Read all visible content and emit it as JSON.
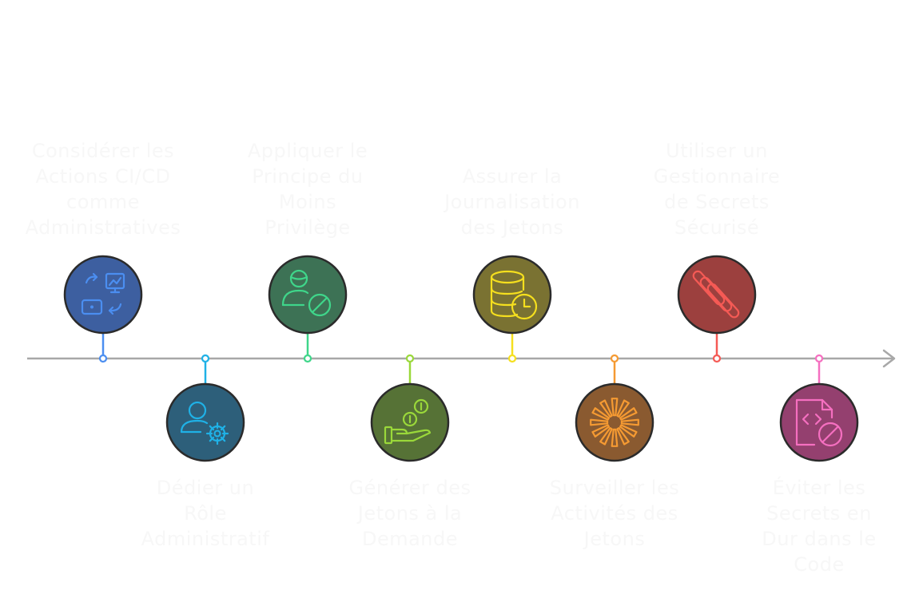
{
  "timeline": {
    "axis_color": "#a8a8a8",
    "circle_stroke": "#2b2b2b",
    "milestones": [
      {
        "label": "Considérer les\nActions CI/CD\ncomme\nAdministratives",
        "icon": "ci-cd-workflow-icon",
        "position": "above",
        "fill": "#3d5fa0",
        "accent": "#4b8ef0"
      },
      {
        "label": "Dédier un\nRôle\nAdministratif",
        "icon": "user-gear-icon",
        "position": "below",
        "fill": "#2d5f7a",
        "accent": "#1fb1e6"
      },
      {
        "label": "Appliquer le\nPrincipe du\nMoins\nPrivilège",
        "icon": "user-blocked-icon",
        "position": "above",
        "fill": "#3d7255",
        "accent": "#3fd68a"
      },
      {
        "label": "Générer des\nJetons à la\nDemande",
        "icon": "hand-coins-icon",
        "position": "below",
        "fill": "#567236",
        "accent": "#9ad83a"
      },
      {
        "label": "Assurer la\nJournalisation\ndes Jetons",
        "icon": "database-clock-icon",
        "position": "above",
        "fill": "#7a7232",
        "accent": "#f5df1e"
      },
      {
        "label": "Surveiller les\nActivités des\nJetons",
        "icon": "burst-icon",
        "position": "below",
        "fill": "#8a5a30",
        "accent": "#f59a32"
      },
      {
        "label": "Utiliser un\nGestionnaire\nde Secrets\nSécurisé",
        "icon": "secrets-manager-icon",
        "position": "above",
        "fill": "#9c403e",
        "accent": "#f55a55"
      },
      {
        "label": "Éviter les\nSecrets en\nDur dans le\nCode",
        "icon": "code-file-blocked-icon",
        "position": "below",
        "fill": "#94406f",
        "accent": "#f56fc0"
      }
    ]
  }
}
